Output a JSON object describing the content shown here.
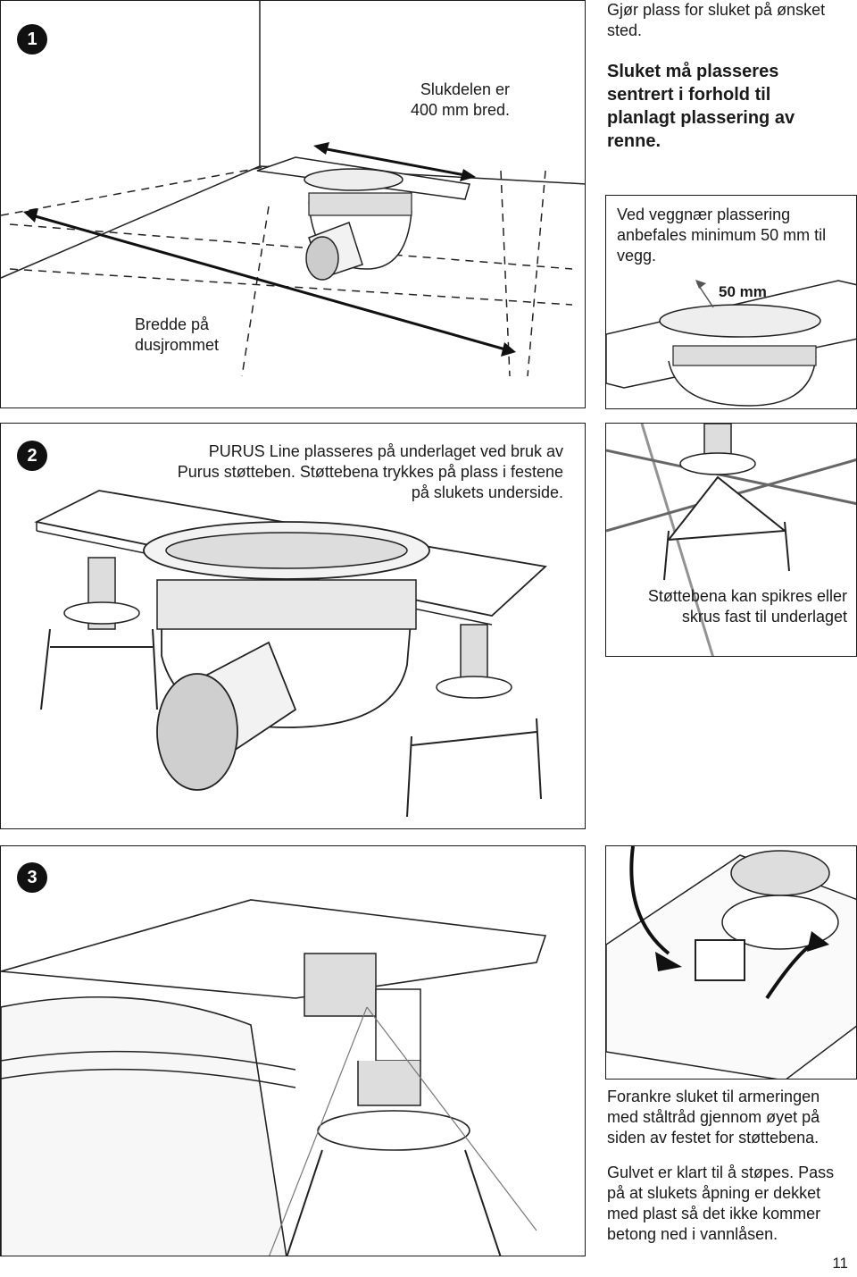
{
  "section1": {
    "step_number": "1",
    "drain_width_text": "Slukdelen er 400 mm bred.",
    "shower_width_text": "Bredde på dusjrommet",
    "instruction_text": "Gjør plass for sluket på ønsket sted.",
    "instruction_bold": "Sluket må plasseres sentrert i forhold til planlagt plassering av renne.",
    "wall_note": "Ved veggnær plassering anbefales minimum 50 mm til vegg.",
    "wall_distance_label": "50 mm"
  },
  "section2": {
    "step_number": "2",
    "instruction_text": "PURUS Line plasseres på underlaget ved bruk av Purus støtteben. Støttebena trykkes på plass i festene på slukets underside.",
    "support_note": "Støttebena kan spikres eller skrus fast til underlaget"
  },
  "section3": {
    "step_number": "3",
    "anchor_text": "Forankre sluket til armeringen med ståltråd gjennom øyet på siden av festet for støttebena.",
    "ready_text": "Gulvet er klart til å støpes. Pass på at slukets åpning er dekket med plast så det ikke kommer betong ned i vannlåsen."
  },
  "page_number": "11"
}
